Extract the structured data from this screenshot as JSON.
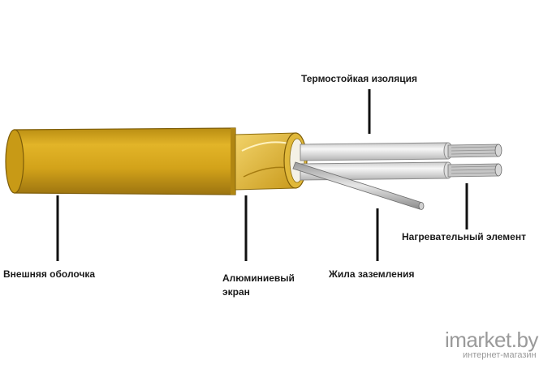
{
  "labels": {
    "insulation": "Термостойкая изоляция",
    "heating_element": "Нагревательный элемент",
    "outer_sheath": "Внешняя оболочка",
    "aluminum_screen_line1": "Алюминиевый",
    "aluminum_screen_line2": "экран",
    "ground_wire": "Жила заземления"
  },
  "watermark": {
    "brand": "imarket.by",
    "tagline": "интернет-магазин"
  },
  "colors": {
    "sheath": "#d4a418",
    "sheath_dark": "#a67c10",
    "screen": "#e8c24a",
    "insulation": "#e9e9e9",
    "copper": "#b0b0b0",
    "leader": "#111111"
  }
}
